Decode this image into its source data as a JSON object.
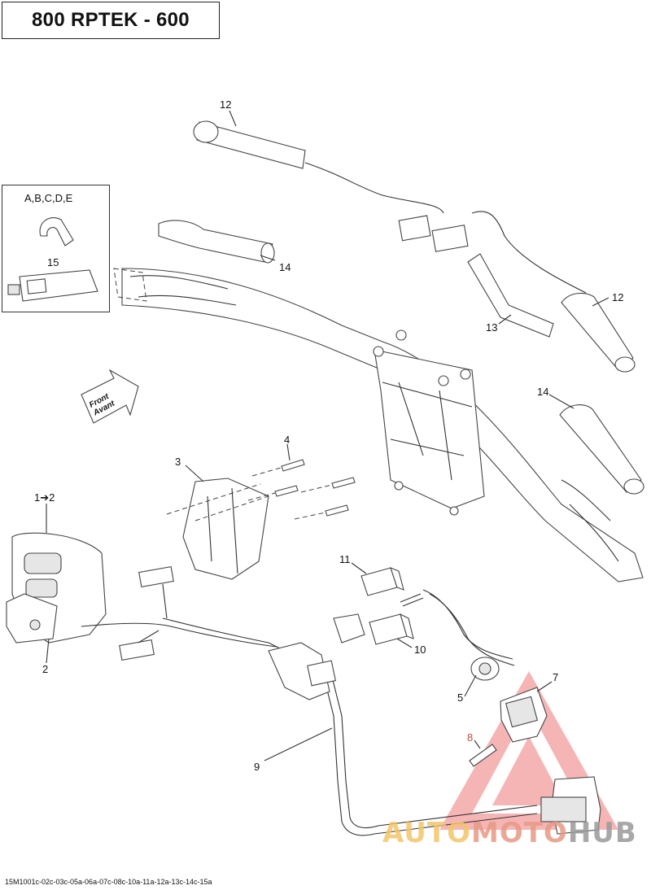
{
  "title": "800 RPTEK - 600",
  "kit_labels": {
    "clip": "A,B,C,D,E",
    "tube": "15"
  },
  "front_arrow": {
    "line1": "Front",
    "line2": "Avant"
  },
  "callouts": {
    "c12_top": "12",
    "c14_top": "14",
    "c12_right": "12",
    "c13": "13",
    "c14_right": "14",
    "c4": "4",
    "c3": "3",
    "c1_2": "1➔2",
    "c11": "11",
    "c10": "10",
    "c2": "2",
    "c7": "7",
    "c5": "5",
    "c8": "8",
    "c9": "9"
  },
  "footer": "15M1001c-02c-03c-05a-06a-07c-08c-10a-11a-12a-13c-14c-15a",
  "watermark": {
    "part1": "AUTO",
    "part2": "MOTO",
    "part3": "HUB"
  },
  "colors": {
    "line": "#333333",
    "watermark_red": "#e85a5a",
    "watermark_yellow": "#f3c66b"
  }
}
